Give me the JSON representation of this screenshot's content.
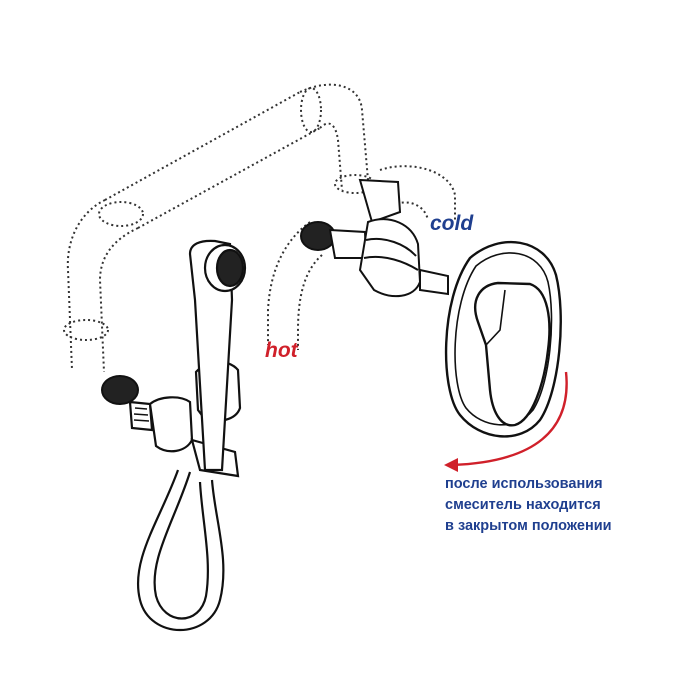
{
  "labels": {
    "hot": "hot",
    "cold": "cold"
  },
  "note": {
    "lines": [
      "после использования",
      "смеситель находится",
      "в закрытом положении"
    ]
  },
  "colors": {
    "hot": "#d0202a",
    "cold": "#1f3f8f",
    "note_text": "#1f3f8f",
    "arrow": "#d0202a",
    "outline": "#111111"
  }
}
